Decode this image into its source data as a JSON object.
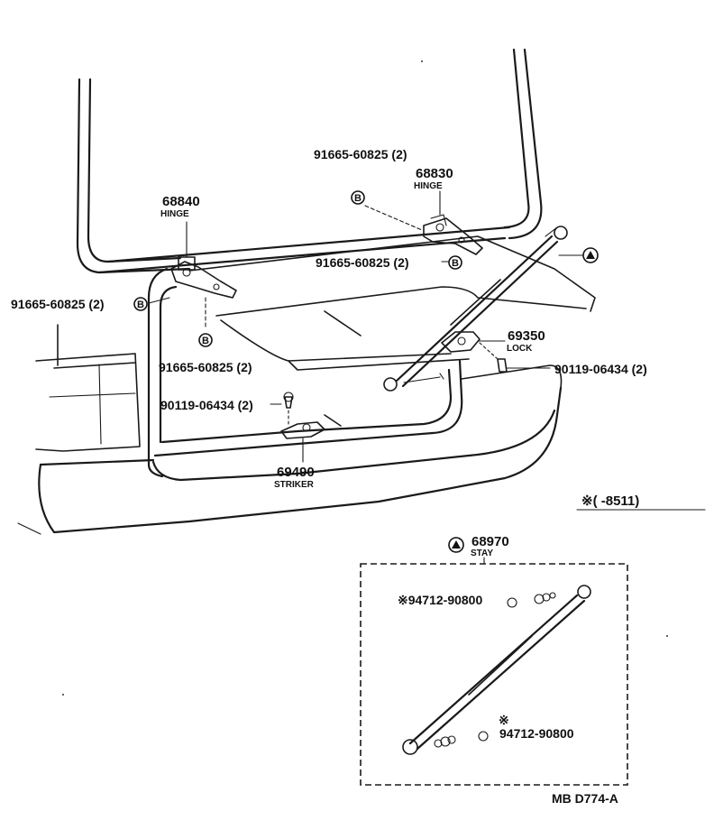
{
  "labels": {
    "hinge_right_pn": "68830",
    "hinge_right_name": "HINGE",
    "hinge_right_bolt": "91665-60825 (2)",
    "hinge_right_bolt2": "91665-60825 (2)",
    "hinge_left_pn": "68840",
    "hinge_left_name": "HINGE",
    "hinge_left_bolt": "91665-60825 (2)",
    "hinge_left_bolt2": "91665-60825 (2)",
    "lock_pn": "69350",
    "lock_name": "LOCK",
    "lock_bolt": "90119-06434 (2)",
    "striker_bolt": "90119-06434 (2)",
    "striker_pn": "69490",
    "striker_name": "STRIKER",
    "stay_pn": "68970",
    "stay_name": "STAY",
    "note": "※(      -8511)",
    "stay_part_top": "※94712-90800",
    "stay_part_bottom_mark": "※",
    "stay_part_bottom": "94712-90800",
    "diagram_code": "MB D774-A"
  },
  "markers": {
    "b_letter": "B",
    "triangle": "triangle-marker"
  }
}
